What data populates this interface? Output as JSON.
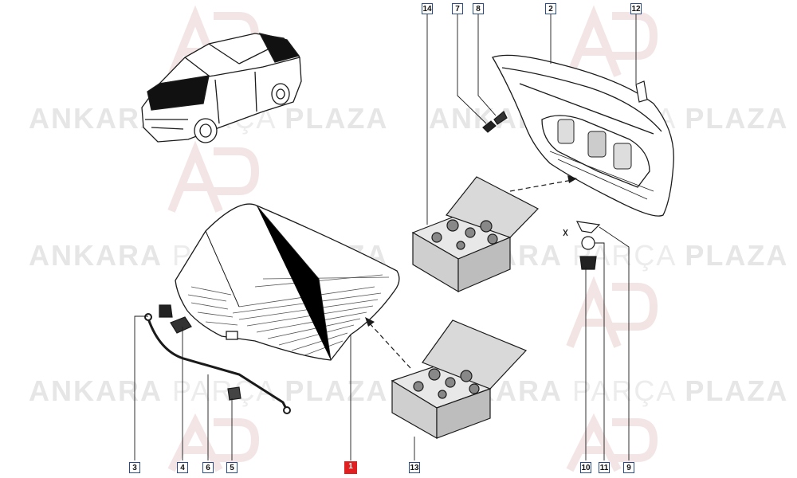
{
  "watermark": {
    "brand_a": "ANKARA",
    "brand_b": "PARÇA",
    "brand_c": "PLAZA"
  },
  "callouts": {
    "c1": "1",
    "c2": "2",
    "c3": "3",
    "c4": "4",
    "c5": "5",
    "c6": "6",
    "c7": "7",
    "c8": "8",
    "c9": "9",
    "c10": "10",
    "c11": "11",
    "c12": "12",
    "c13": "13",
    "c14": "14"
  },
  "colors": {
    "line": "#1a1a1a",
    "callout_border": "#2b4b86",
    "highlight": "#e02020",
    "watermark": "#e6e6e6"
  }
}
